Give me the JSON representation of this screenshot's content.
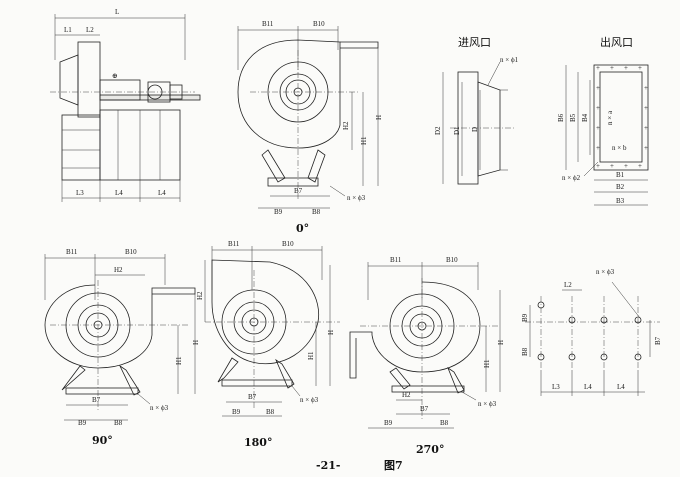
{
  "captions": {
    "inlet_title": "进风口",
    "outlet_title": "出风口",
    "angle_0": "0°",
    "angle_90": "90°",
    "angle_180": "180°",
    "angle_270": "270°",
    "page_number": "-21-",
    "figure_label": "图7"
  },
  "dims": {
    "L": "L",
    "L1": "L1",
    "L2": "L2",
    "L3": "L3",
    "L4": "L4",
    "B1": "B1",
    "B2": "B2",
    "B3": "B3",
    "B4": "B4",
    "B5": "B5",
    "B6": "B6",
    "B7": "B7",
    "B8": "B8",
    "B9": "B9",
    "B10": "B10",
    "B11": "B11",
    "H": "H",
    "H1": "H1",
    "H2": "H2",
    "D": "D",
    "D1": "D1",
    "D2": "D2",
    "n_phi1": "n × ϕ1",
    "n_phi2": "n × ϕ2",
    "n_phi3": "n × ϕ3",
    "n_a": "n × a",
    "n_b": "n × b"
  }
}
